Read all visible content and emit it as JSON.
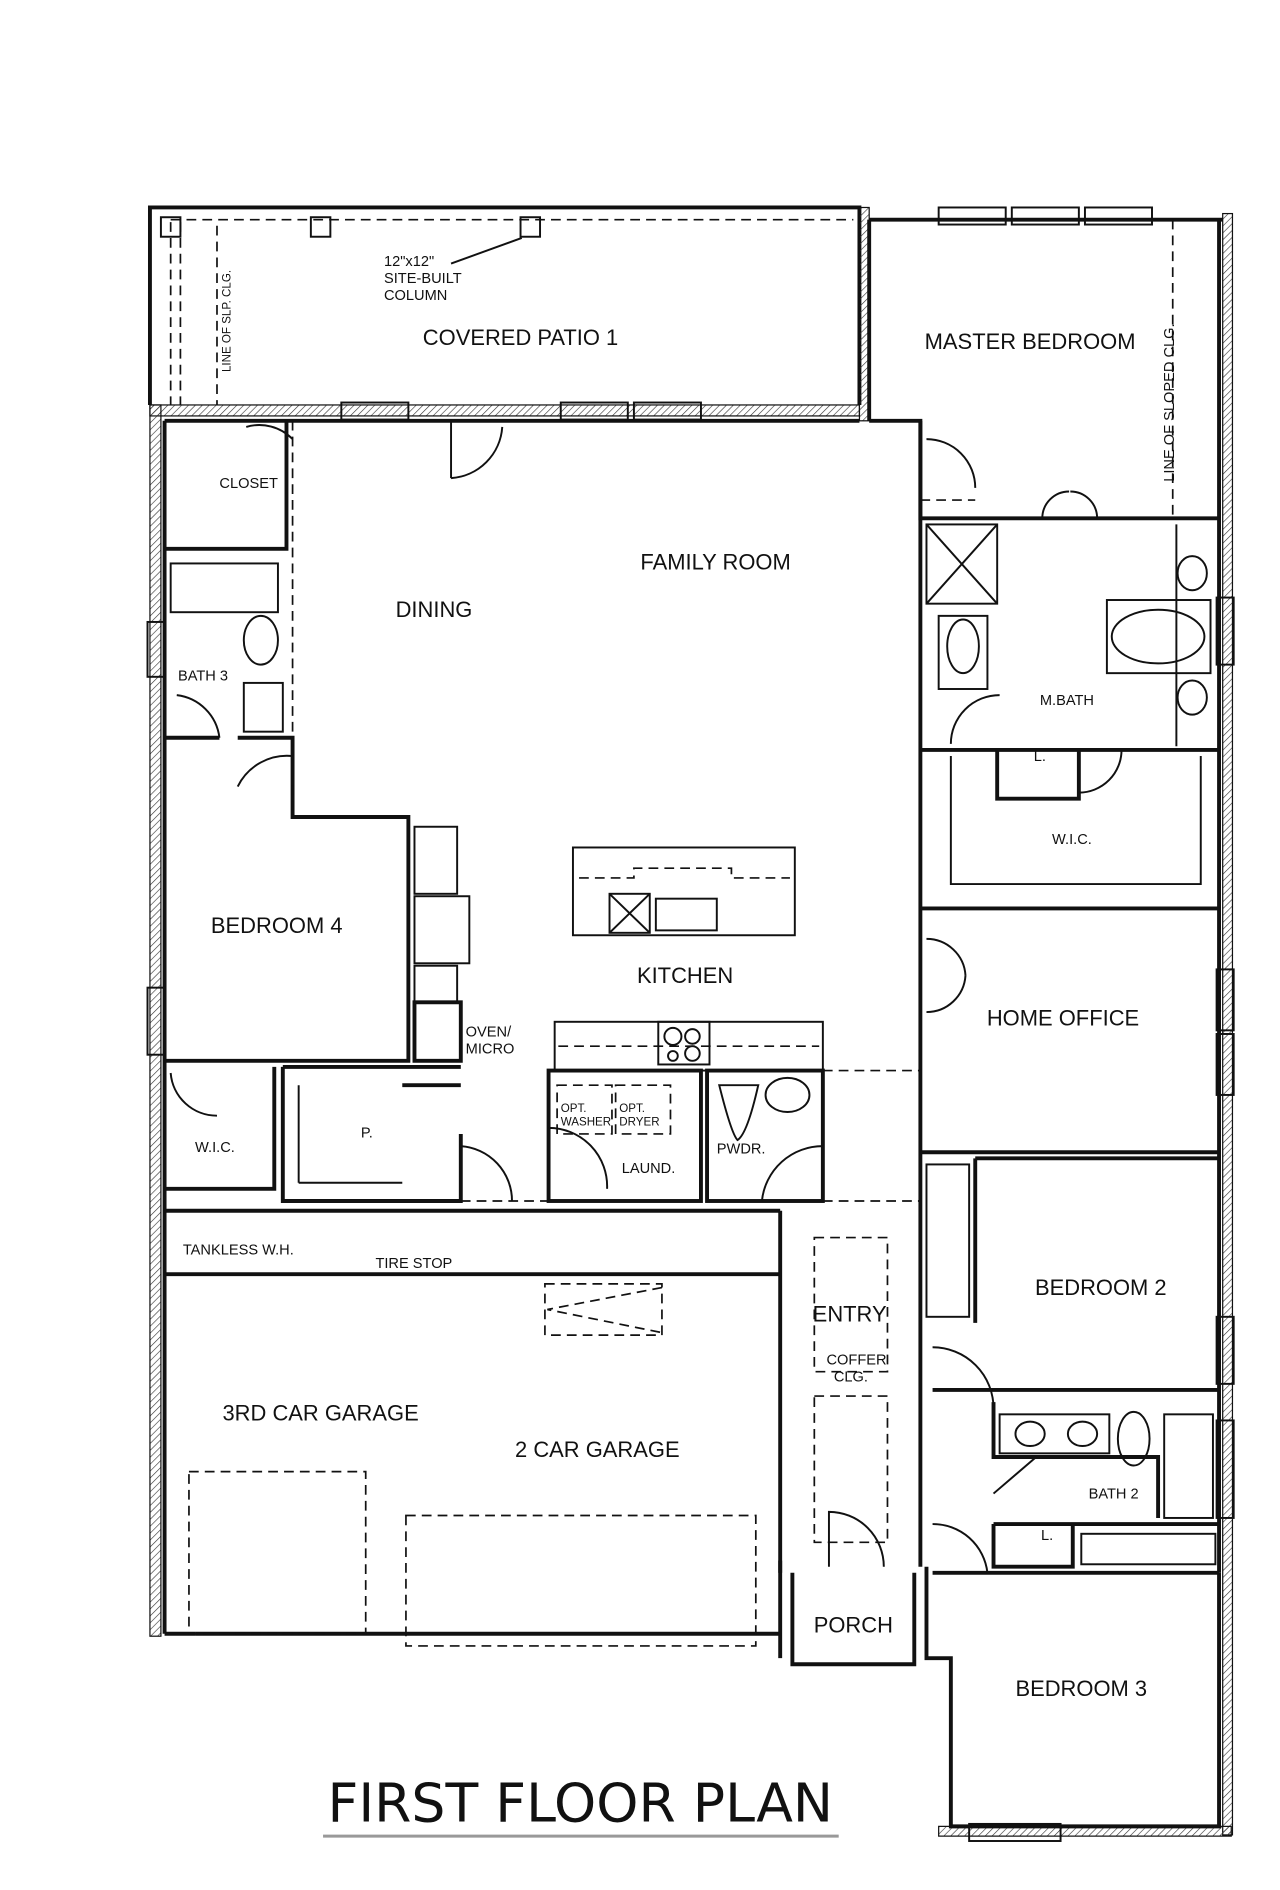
{
  "title": "FIRST FLOOR PLAN",
  "notes": {
    "column_line1": "12\"x12\"",
    "column_line2": "SITE-BUILT",
    "column_line3": "COLUMN",
    "patio_slope": "LINE OF SLP. CLG.",
    "master_slope": "LINE OF SLOPED CLG.",
    "oven_line1": "OVEN/",
    "oven_line2": "MICRO",
    "washer_line1": "OPT.",
    "washer_line2": "WASHER",
    "dryer_line1": "OPT.",
    "dryer_line2": "DRYER",
    "tankless": "TANKLESS W.H.",
    "tire_stop": "TIRE STOP",
    "coffer_line1": "COFFER",
    "coffer_line2": "CLG."
  },
  "rooms": {
    "covered_patio": "COVERED PATIO  1",
    "master_bedroom": "MASTER BEDROOM",
    "closet": "CLOSET",
    "family_room": "FAMILY ROOM",
    "dining": "DINING",
    "bath3": "BATH 3",
    "master_bath": "M.BATH",
    "master_linen": "L.",
    "master_wic": "W.I.C.",
    "bedroom4": "BEDROOM 4",
    "kitchen": "KITCHEN",
    "home_office": "HOME OFFICE",
    "wic": "W.I.C.",
    "pantry": "P.",
    "powder": "PWDR.",
    "laundry": "LAUND.",
    "entry": "ENTRY",
    "bedroom2": "BEDROOM 2",
    "garage3": "3RD CAR GARAGE",
    "garage2": "2 CAR GARAGE",
    "bath2": "BATH 2",
    "bath2_linen": "L.",
    "porch": "PORCH",
    "bedroom3": "BEDROOM 3"
  }
}
